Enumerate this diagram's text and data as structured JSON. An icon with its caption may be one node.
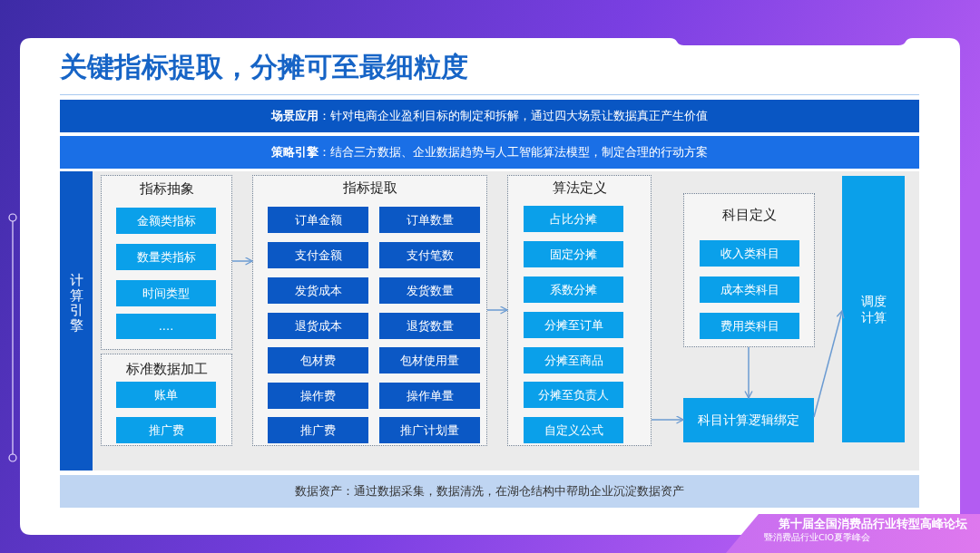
{
  "diagram": {
    "title": "关键指标提取，分摊可至最细粒度",
    "nodes": [
      {
        "text": [
          "**场景应用**：针对电商企业盈利目标的制定和拆解，通过四大场景让数据真正产生价值"
        ]
      },
      {
        "text": [
          "**策略引擎**：结合三方数据、企业数据趋势与人工智能算法模型，制定合理的行动方案"
        ]
      },
      {
        "text": [
          "计算引擎"
        ]
      },
      {
        "text": [
          "指标抽象"
        ],
        "in": 2
      },
      {
        "text": [
          "金额类指标"
        ],
        "in": 3
      },
      {
        "text": [
          "数量类指标"
        ],
        "in": 3
      },
      {
        "text": [
          "时间类型"
        ],
        "in": 3
      },
      {
        "text": [
          "...."
        ],
        "in": 3
      },
      {
        "text": [
          "标准数据加工"
        ],
        "in": 2
      },
      {
        "text": [
          "账单"
        ],
        "in": 8
      },
      {
        "text": [
          "推广费"
        ],
        "in": 8
      },
      {
        "text": [
          "指标提取"
        ],
        "in": 2
      },
      {
        "text": [
          "订单金额"
        ],
        "in": 11
      },
      {
        "text": [
          "订单数量"
        ],
        "in": 11
      },
      {
        "text": [
          "支付金额"
        ],
        "in": 11
      },
      {
        "text": [
          "支付笔数"
        ],
        "in": 11
      },
      {
        "text": [
          "发货成本"
        ],
        "in": 11
      },
      {
        "text": [
          "发货数量"
        ],
        "in": 11
      },
      {
        "text": [
          "退货成本"
        ],
        "in": 11
      },
      {
        "text": [
          "退货数量"
        ],
        "in": 11
      },
      {
        "text": [
          "包材费"
        ],
        "in": 11
      },
      {
        "text": [
          "包材使用量"
        ],
        "in": 11
      },
      {
        "text": [
          "操作费"
        ],
        "in": 11
      },
      {
        "text": [
          "操作单量"
        ],
        "in": 11
      },
      {
        "text": [
          "推广费"
        ],
        "in": 11
      },
      {
        "text": [
          "推广计划量"
        ],
        "in": 11
      },
      {
        "text": [
          "算法定义"
        ],
        "in": 2
      },
      {
        "text": [
          "占比分摊"
        ],
        "in": 26
      },
      {
        "text": [
          "固定分摊"
        ],
        "in": 26
      },
      {
        "text": [
          "系数分摊"
        ],
        "in": 26
      },
      {
        "text": [
          "分摊至订单"
        ],
        "in": 26
      },
      {
        "text": [
          "分摊至商品"
        ],
        "in": 26
      },
      {
        "text": [
          "分摊至负责人"
        ],
        "in": 26
      },
      {
        "text": [
          "自定义公式"
        ],
        "in": 26
      },
      {
        "text": [
          "科目定义"
        ],
        "in": 2
      },
      {
        "text": [
          "收入类科目"
        ],
        "in": 34
      },
      {
        "text": [
          "成本类科目"
        ],
        "in": 34
      },
      {
        "text": [
          "费用类科目"
        ],
        "in": 34
      },
      {
        "text": [
          "科目计算逻辑绑定"
        ],
        "in": 2
      },
      {
        "text": [
          "调度计算"
        ],
        "in": 2
      },
      {
        "text": [
          "数据资产：通过数据采集，数据清洗，在湖仓结构中帮助企业沉淀数据资产"
        ]
      }
    ],
    "edges": [
      {
        "from": 3,
        "to": 11,
        "arrow": "to"
      },
      {
        "from": 11,
        "to": 26,
        "arrow": "to"
      },
      {
        "from": 26,
        "to": 38,
        "arrow": "to"
      },
      {
        "from": 34,
        "to": 38,
        "arrow": "to"
      },
      {
        "from": 38,
        "to": 39,
        "arrow": "to"
      }
    ],
    "labels": [
      "第十届全国消费品行业转型高峰论坛",
      "暨消费品行业CIO夏季峰会"
    ]
  }
}
